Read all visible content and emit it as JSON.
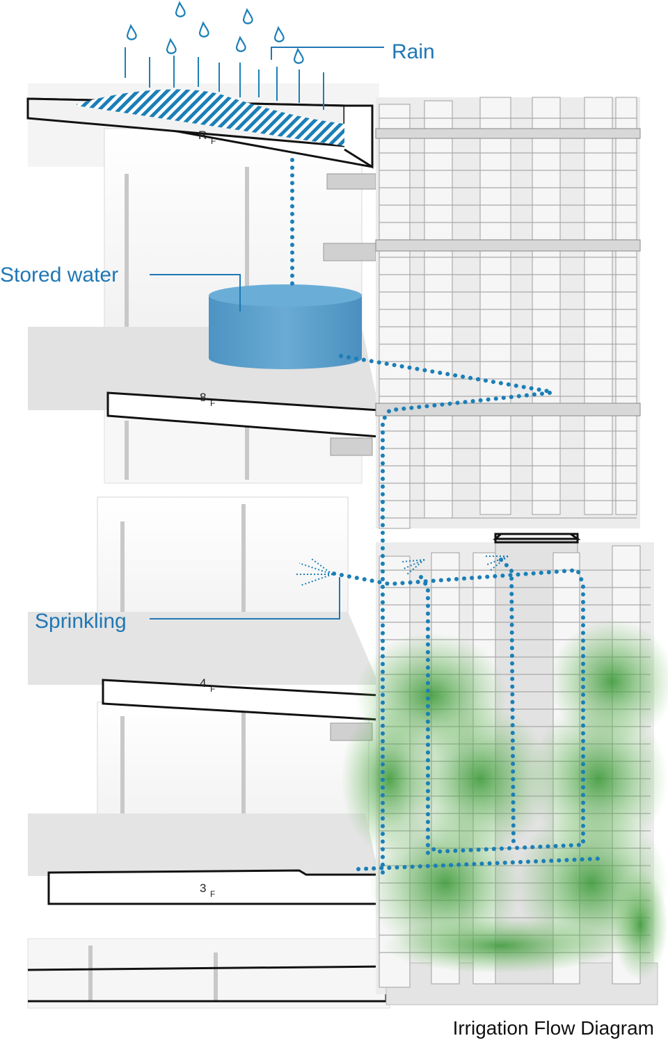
{
  "title": "Irrigation Flow Diagram",
  "labels": {
    "rain": "Rain",
    "stored_water": "Stored water",
    "sprinkling": "Sprinkling"
  },
  "floors": {
    "roof": {
      "main": "R",
      "sub": "F"
    },
    "eighth": {
      "main": "8",
      "sub": "F"
    },
    "fourth": {
      "main": "4",
      "sub": "F"
    },
    "third": {
      "main": "3",
      "sub": "F"
    }
  },
  "colors": {
    "water": "#1b7fb7",
    "tank": "#5b9fcc",
    "callout": "#1f77b4",
    "concrete": "#e9e9e9",
    "plants": "#4f9e46"
  }
}
